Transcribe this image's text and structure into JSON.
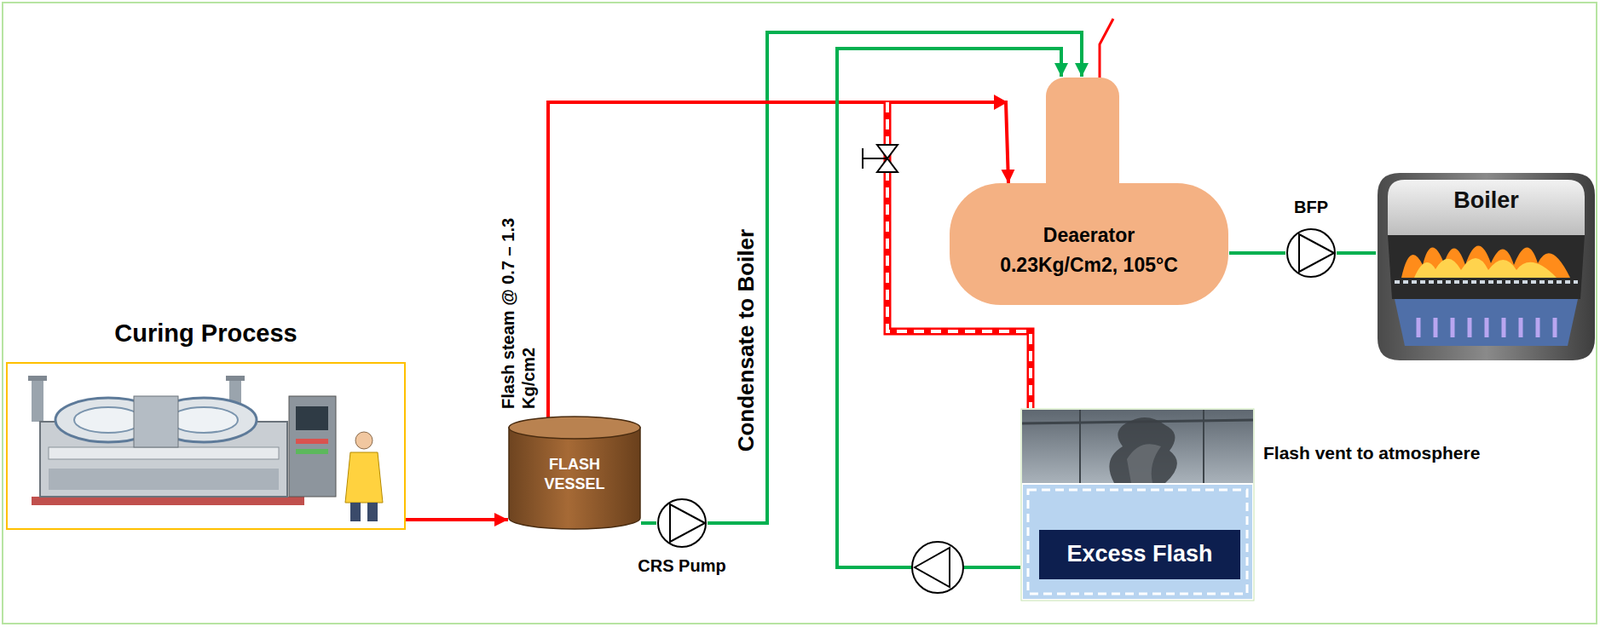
{
  "diagram": {
    "nodes": [
      {
        "text": [
          "Curing Process"
        ]
      },
      {
        "text": [
          "FLASH VESSEL"
        ]
      },
      {
        "text": [
          "CRS Pump"
        ]
      },
      {
        "text": [
          "Deaerator",
          "0.23Kg/Cm2, 105°C"
        ]
      },
      {
        "text": [
          "BFP"
        ]
      },
      {
        "text": [
          "Boiler"
        ]
      },
      {
        "text": [
          "Excess Flash"
        ]
      }
    ],
    "edges": [
      {
        "from": 0,
        "to": 1,
        "arrow": "to"
      },
      {
        "from": 1,
        "to": 2,
        "arrow": "none"
      },
      {
        "from": 2,
        "to": 3,
        "arrow": "to"
      },
      {
        "from": 1,
        "to": 3,
        "arrow": "to"
      },
      {
        "from": 1,
        "to": 6,
        "arrow": "none"
      },
      {
        "from": 6,
        "to": 3,
        "arrow": "to"
      },
      {
        "from": 3,
        "to": 4,
        "arrow": "none"
      },
      {
        "from": 4,
        "to": 5,
        "arrow": "none"
      }
    ],
    "labels": [
      "Flash steam @ 0.7 – 1.3 Kg/cm2",
      "Condensate to Boiler",
      "Flash vent to atmosphere"
    ]
  }
}
